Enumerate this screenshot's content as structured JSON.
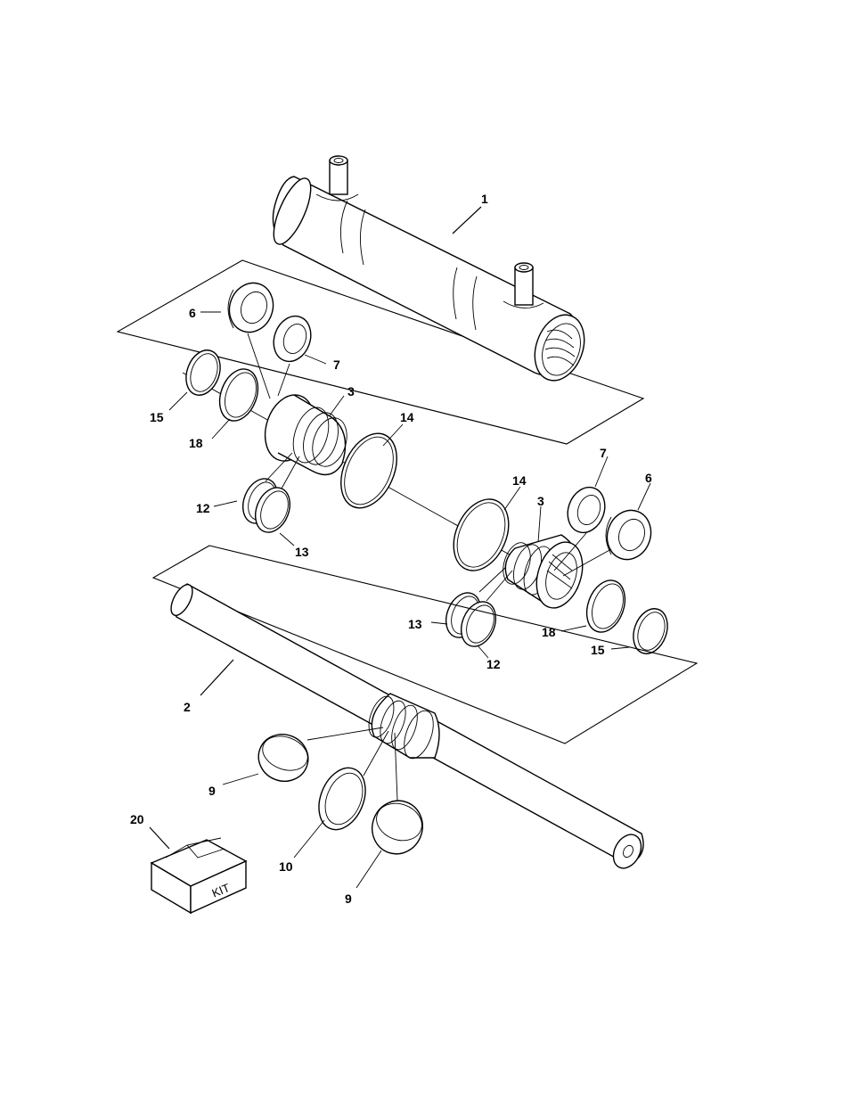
{
  "diagram": {
    "callouts": {
      "c1": "1",
      "c2": "2",
      "c3a": "3",
      "c3b": "3",
      "c6a": "6",
      "c6b": "6",
      "c7a": "7",
      "c7b": "7",
      "c9a": "9",
      "c9b": "9",
      "c10": "10",
      "c12a": "12",
      "c12b": "12",
      "c13a": "13",
      "c13b": "13",
      "c14a": "14",
      "c14b": "14",
      "c15a": "15",
      "c15b": "15",
      "c18a": "18",
      "c18b": "18",
      "c20": "20"
    },
    "kit_label": "KIT"
  }
}
